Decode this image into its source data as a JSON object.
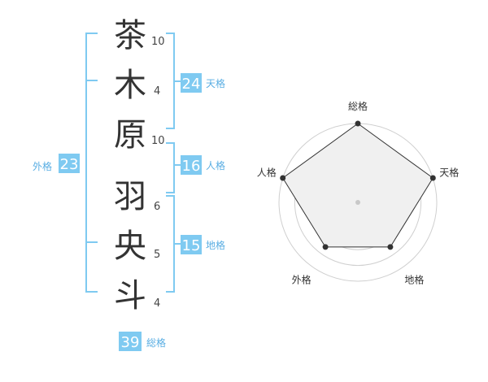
{
  "name_chars": [
    {
      "char": "茶",
      "strokes": "10"
    },
    {
      "char": "木",
      "strokes": "4"
    },
    {
      "char": "原",
      "strokes": "10"
    },
    {
      "char": "羽",
      "strokes": "6"
    },
    {
      "char": "央",
      "strokes": "5"
    },
    {
      "char": "斗",
      "strokes": "4"
    }
  ],
  "kakusu": {
    "tenkaku": {
      "value": "24",
      "label": "天格"
    },
    "jinkaku": {
      "value": "16",
      "label": "人格"
    },
    "chikaku": {
      "value": "15",
      "label": "地格"
    },
    "gaikaku": {
      "value": "23",
      "label": "外格"
    },
    "soukaku": {
      "value": "39",
      "label": "総格"
    }
  },
  "chart_data": {
    "type": "radar",
    "axes": [
      "総格",
      "天格",
      "地格",
      "外格",
      "人格"
    ],
    "values": [
      5,
      5,
      3.5,
      3.5,
      5
    ],
    "max": 5,
    "rings": 5
  },
  "colors": {
    "accent": "#7fcaf1",
    "label": "#5aaee3",
    "text": "#333333"
  }
}
